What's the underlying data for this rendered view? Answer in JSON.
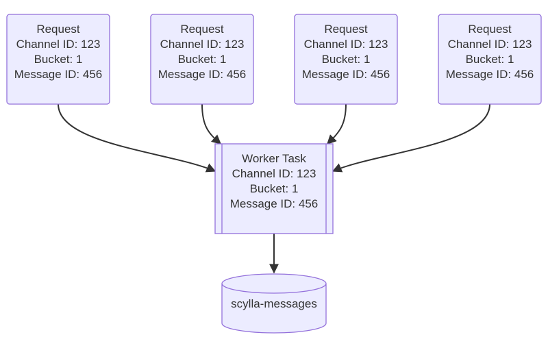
{
  "colors": {
    "node_fill": "#ececff",
    "node_stroke": "#9370db",
    "edge": "#333333",
    "text": "#333333"
  },
  "requests": [
    {
      "title": "Request",
      "channel": "Channel ID: 123",
      "bucket": "Bucket: 1",
      "message": "Message ID: 456"
    },
    {
      "title": "Request",
      "channel": "Channel ID: 123",
      "bucket": "Bucket: 1",
      "message": "Message ID: 456"
    },
    {
      "title": "Request",
      "channel": "Channel ID: 123",
      "bucket": "Bucket: 1",
      "message": "Message ID: 456"
    },
    {
      "title": "Request",
      "channel": "Channel ID: 123",
      "bucket": "Bucket: 1",
      "message": "Message ID: 456"
    }
  ],
  "worker": {
    "title": "Worker Task",
    "channel": "Channel ID: 123",
    "bucket": "Bucket: 1",
    "message": "Message ID: 456"
  },
  "database": {
    "label": "scylla-messages"
  },
  "edges": [
    {
      "from": "request-1",
      "to": "worker-task"
    },
    {
      "from": "request-2",
      "to": "worker-task"
    },
    {
      "from": "request-3",
      "to": "worker-task"
    },
    {
      "from": "request-4",
      "to": "worker-task"
    },
    {
      "from": "worker-task",
      "to": "scylla-messages"
    }
  ]
}
